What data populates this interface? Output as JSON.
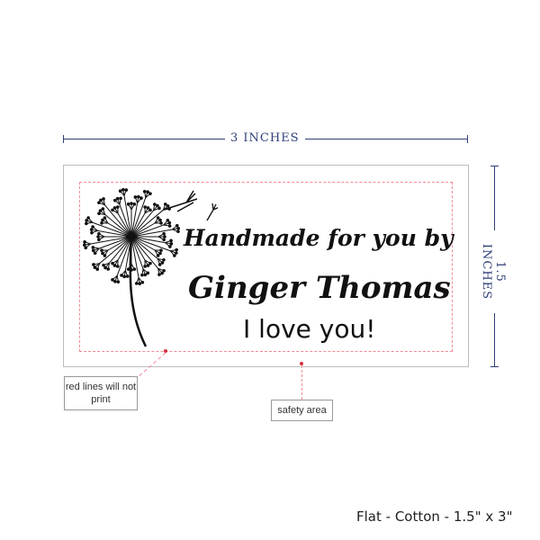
{
  "dimensions": {
    "width_label": "3 INCHES",
    "height_label": "1.5 INCHES"
  },
  "label": {
    "line1": "Handmade for you by",
    "line2": "Ginger Thomas",
    "line3": "I love you!",
    "artwork_icon": "dandelion-icon"
  },
  "callouts": {
    "red_lines": "red lines will not print",
    "safety": "safety area"
  },
  "product": {
    "caption": "Flat - Cotton - 1.5\" x 3\""
  },
  "colors": {
    "dimension": "#2f3f78",
    "safety_line": "#f28a9a",
    "marker": "#d8323f"
  }
}
